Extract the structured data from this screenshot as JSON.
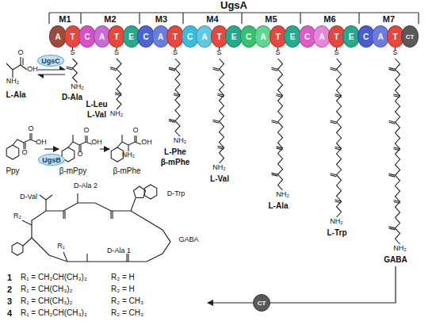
{
  "diagram": {
    "nodes": [
      {
        "text": [
          "A"
        ]
      },
      {
        "text": [
          "T"
        ]
      },
      {
        "text": [
          "C"
        ]
      },
      {
        "text": [
          "A"
        ]
      },
      {
        "text": [
          "T"
        ]
      },
      {
        "text": [
          "E"
        ]
      },
      {
        "text": [
          "C"
        ]
      },
      {
        "text": [
          "A"
        ]
      },
      {
        "text": [
          "T"
        ]
      },
      {
        "text": [
          "C"
        ]
      },
      {
        "text": [
          "A"
        ]
      },
      {
        "text": [
          "T"
        ]
      },
      {
        "text": [
          "E"
        ]
      },
      {
        "text": [
          "C"
        ]
      },
      {
        "text": [
          "A"
        ]
      },
      {
        "text": [
          "T"
        ]
      },
      {
        "text": [
          "E"
        ]
      },
      {
        "text": [
          "C"
        ]
      },
      {
        "text": [
          "A"
        ]
      },
      {
        "text": [
          "T"
        ]
      },
      {
        "text": [
          "E"
        ]
      },
      {
        "text": [
          "C"
        ]
      },
      {
        "text": [
          "A"
        ]
      },
      {
        "text": [
          "T"
        ]
      },
      {
        "text": [
          "CT"
        ]
      },
      {
        "text": [
          "UgsC"
        ]
      },
      {
        "text": [
          "UgsB"
        ]
      },
      {
        "text": [
          "CT"
        ]
      }
    ],
    "labels": [
      "UgsA",
      "M1",
      "M2",
      "M3",
      "M4",
      "M5",
      "M6",
      "M7",
      "O",
      "OH",
      "NH₂",
      "L-Ala",
      "D-Ala",
      "S",
      "S",
      "S",
      "S",
      "S",
      "S",
      "S",
      "NH₂",
      "NH₂",
      "NH₂",
      "NH₂",
      "NH₂",
      "NH₂",
      "NH₂",
      "L-Leu",
      "L-Val",
      "L-Phe",
      "β-mPhe",
      "L-Val",
      "L-Ala",
      "L-Trp",
      "GABA",
      "O",
      "O",
      "OH",
      "Ppy",
      "O",
      "O",
      "OH",
      "β-mPpy",
      "NH₂",
      "O",
      "OH",
      "β-mPhe",
      "D-Val",
      "D-Ala 2",
      "D-Trp",
      "GABA",
      "D-Ala 1",
      "R₁",
      "R₂",
      "1",
      "R₁ = CH₂CH(CH₃)₂",
      "R₂ = H",
      "2",
      "R₁ = CH(CH₃)₂",
      "R₂ = H",
      "3",
      "R₁ = CH(CH₃)₂",
      "R₂ = CH₃",
      "4",
      "R₁ = CH₂CH(CH₃)₂",
      "R₂ = CH₃"
    ]
  }
}
